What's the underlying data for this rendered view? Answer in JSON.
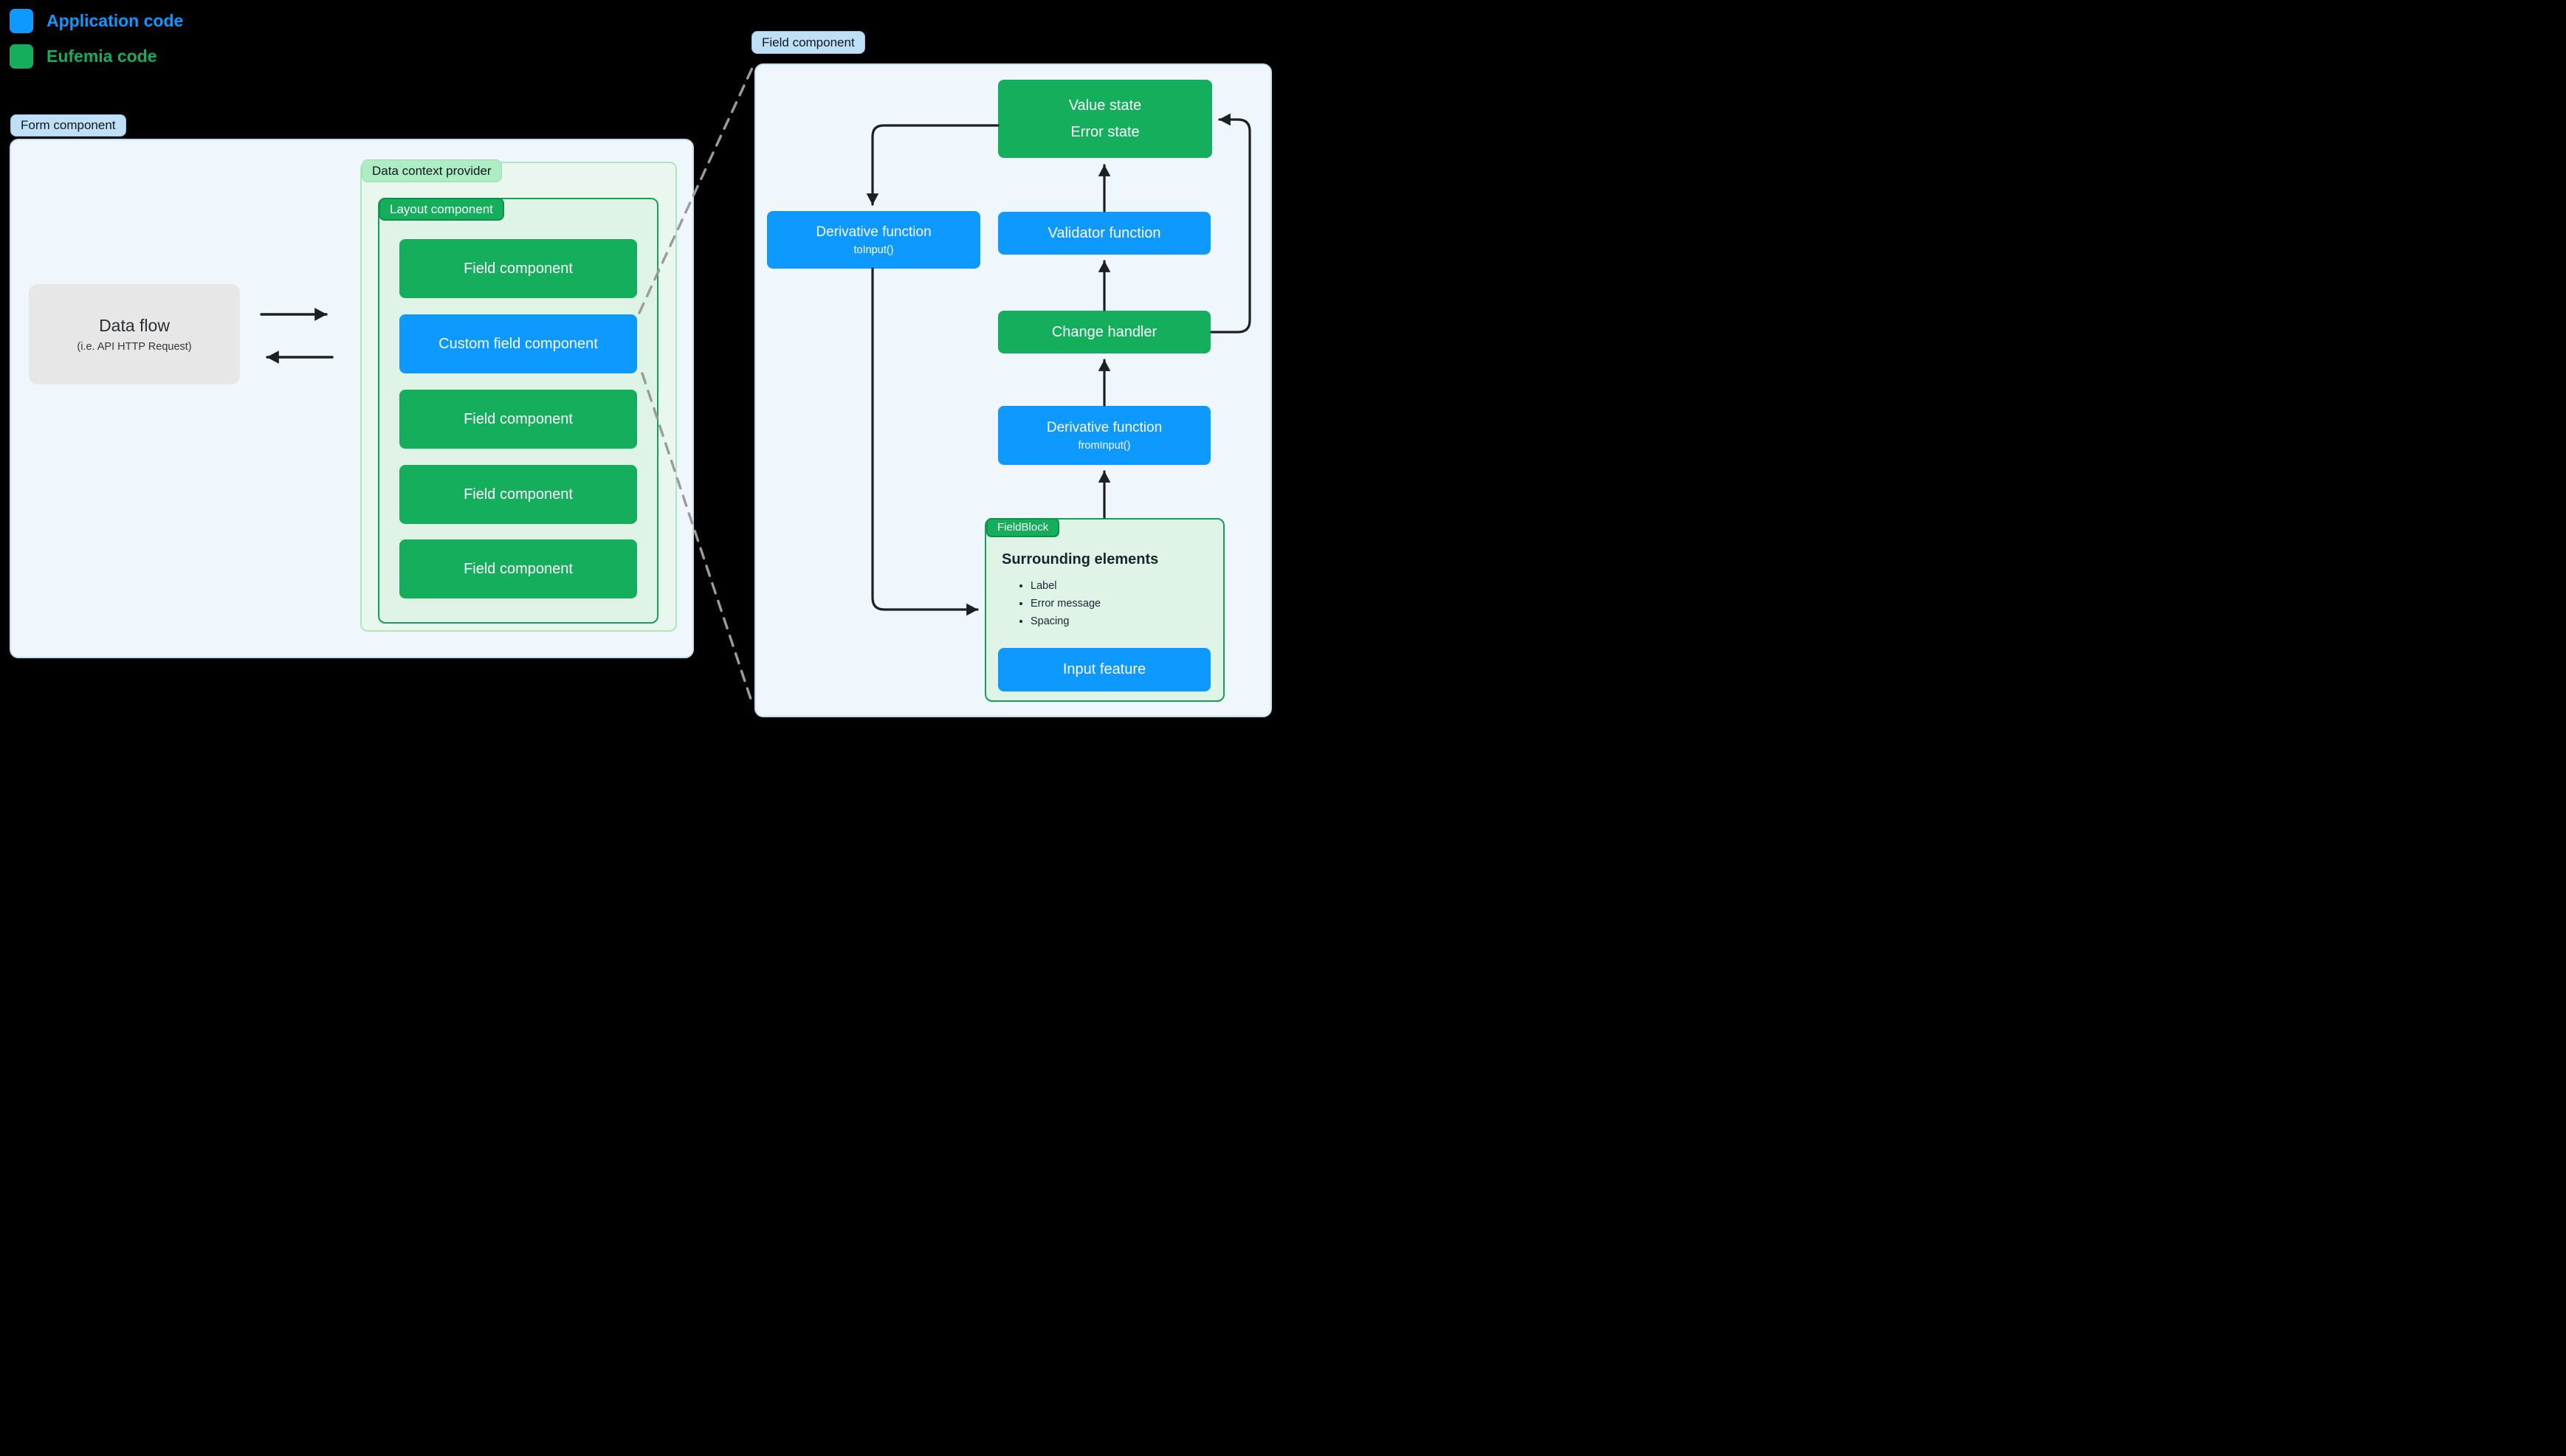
{
  "colors": {
    "application_blue": "#0D99FF",
    "eufemia_green": "#14AE5C",
    "canvas_background": "#000000",
    "panel_light_blue": "#EFF6FC",
    "panel_mint": "#E9F7EF",
    "panel_green_outline": "#14A156",
    "arrow_black": "#1E1F21",
    "dashed_gray": "#9B9B9B"
  },
  "legend": {
    "items": [
      {
        "swatch": "blue-square",
        "label": "Application code"
      },
      {
        "swatch": "green-square",
        "label": "Eufemia code"
      }
    ]
  },
  "left": {
    "panel_label": "Form component",
    "data_flow": {
      "title": "Data flow",
      "subtitle": "(i.e. API HTTP Request)"
    },
    "data_context_label": "Data context provider",
    "layout_label": "Layout component",
    "fields": [
      {
        "label": "Field component",
        "variant": "green"
      },
      {
        "label": "Custom field component",
        "variant": "blue"
      },
      {
        "label": "Field component",
        "variant": "green"
      },
      {
        "label": "Field component",
        "variant": "green"
      },
      {
        "label": "Field component",
        "variant": "green"
      }
    ]
  },
  "right": {
    "panel_label": "Field component",
    "value_state": {
      "lines": [
        "Value state",
        "Error state"
      ]
    },
    "derivative_to": {
      "title": "Derivative function",
      "subtitle": "toInput()"
    },
    "validator_label": "Validator function",
    "change_handler_label": "Change handler",
    "derivative_from": {
      "title": "Derivative function",
      "subtitle": "fromInput()"
    },
    "fieldblock": {
      "label": "FieldBlock",
      "heading": "Surrounding elements",
      "bullets": [
        "Label",
        "Error message",
        "Spacing"
      ],
      "input_feature_label": "Input feature"
    }
  }
}
